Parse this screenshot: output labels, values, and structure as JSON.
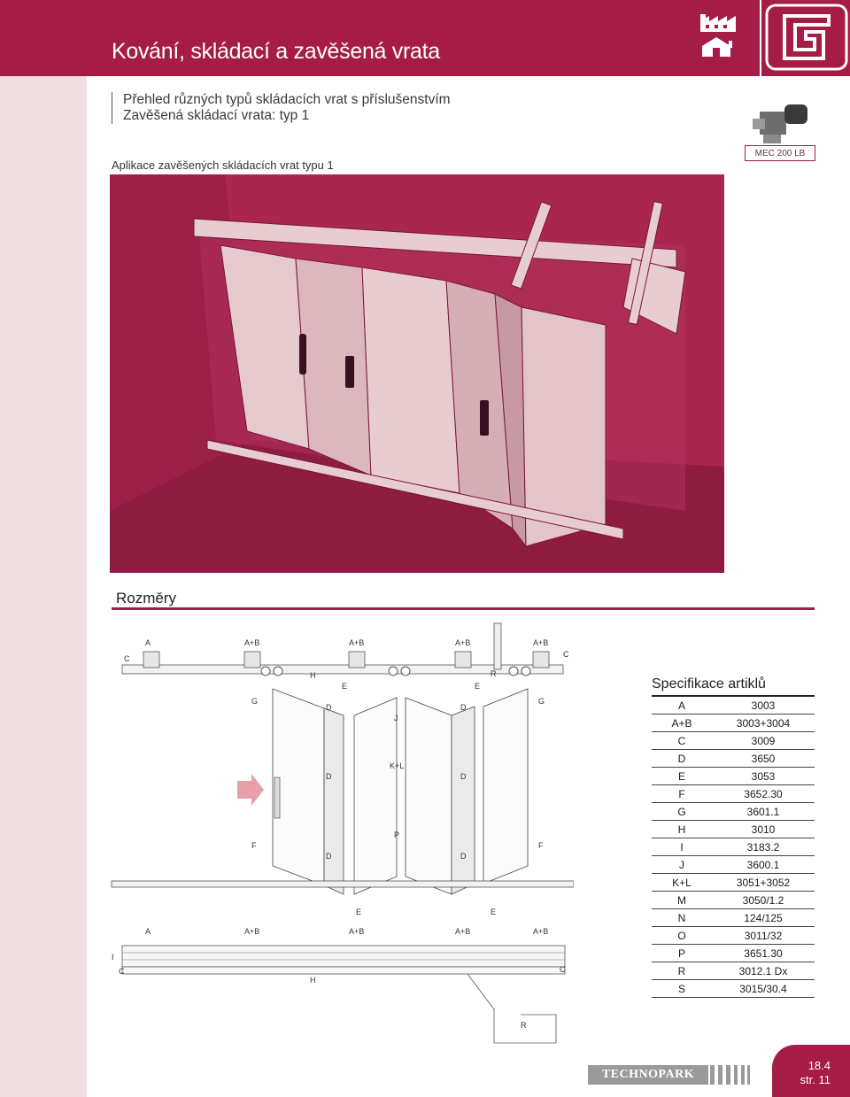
{
  "header": {
    "title": "Kování, skládací a zavěšená vrata"
  },
  "subtitle": {
    "line1": "Přehled různých typů skládacích vrat s příslušenstvím",
    "line2": "Zavěšená skládací vrata: typ 1"
  },
  "photo_caption": "Aplikace zavěšených skládacích vrat typu 1",
  "motor_label": "MEC 200 LB",
  "section_title": "Rozměry",
  "drawing_labels": {
    "a": "A",
    "ab": "A+B",
    "c": "C",
    "d": "D",
    "e": "E",
    "f": "F",
    "g": "G",
    "h": "H",
    "i": "I",
    "j": "J",
    "kl": "K+L",
    "p": "P",
    "r": "R"
  },
  "specs": {
    "title": "Specifikace artiklů",
    "rows": [
      {
        "code": "A",
        "article": "3003"
      },
      {
        "code": "A+B",
        "article": "3003+3004"
      },
      {
        "code": "C",
        "article": "3009"
      },
      {
        "code": "D",
        "article": "3650"
      },
      {
        "code": "E",
        "article": "3053"
      },
      {
        "code": "F",
        "article": "3652.30"
      },
      {
        "code": "G",
        "article": "3601.1"
      },
      {
        "code": "H",
        "article": "3010"
      },
      {
        "code": "I",
        "article": "3183.2"
      },
      {
        "code": "J",
        "article": "3600.1"
      },
      {
        "code": "K+L",
        "article": "3051+3052"
      },
      {
        "code": "M",
        "article": "3050/1.2"
      },
      {
        "code": "N",
        "article": "124/125"
      },
      {
        "code": "O",
        "article": "3011/32"
      },
      {
        "code": "P",
        "article": "3651.30"
      },
      {
        "code": "R",
        "article": "3012.1 Dx"
      },
      {
        "code": "S",
        "article": "3015/30.4"
      }
    ]
  },
  "footer": {
    "brand": "TECHNOPARK",
    "page_section": "18.4",
    "page_str": "str. 11"
  },
  "colors": {
    "brand": "#a51c46",
    "wall": "#a8264f",
    "door": "#e8cdd0",
    "left_strip": "#f0dfe1"
  }
}
